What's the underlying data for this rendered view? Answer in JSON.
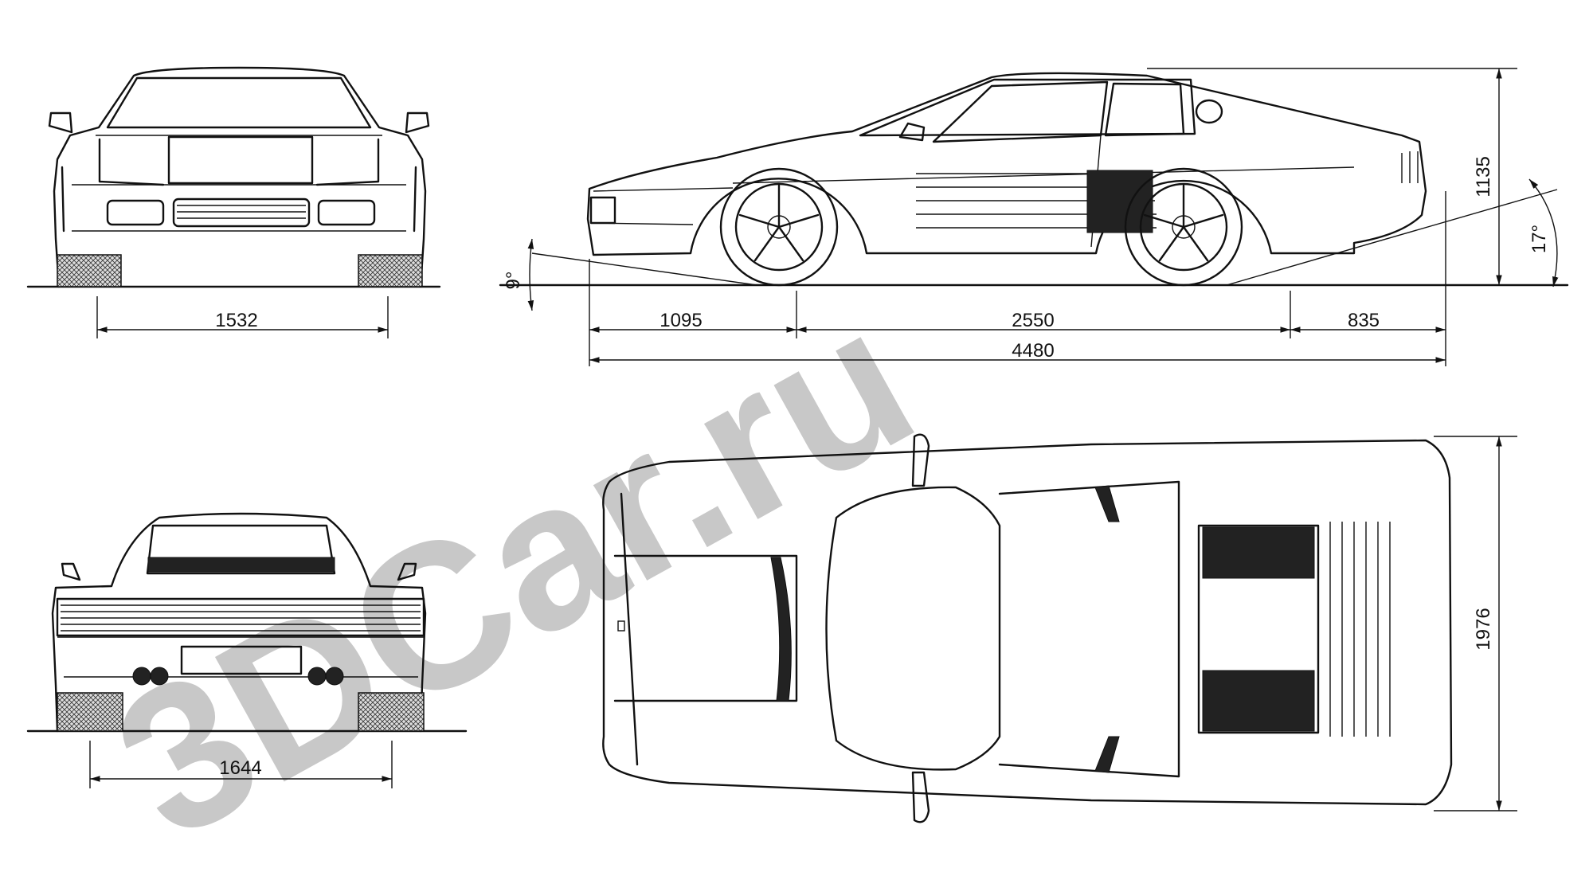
{
  "watermark": {
    "text": "3DCar.ru",
    "color": "#c8c8c8"
  },
  "front_view": {
    "track_dimension": "1532"
  },
  "side_view": {
    "front_overhang": "1095",
    "wheelbase": "2550",
    "rear_overhang": "835",
    "overall_length": "4480",
    "height": "1135",
    "approach_angle": "9°",
    "departure_angle": "17°"
  },
  "rear_view": {
    "track_dimension": "1644"
  },
  "top_view": {
    "width_dimension": "1976"
  },
  "colors": {
    "line": "#111111",
    "background": "#ffffff"
  }
}
